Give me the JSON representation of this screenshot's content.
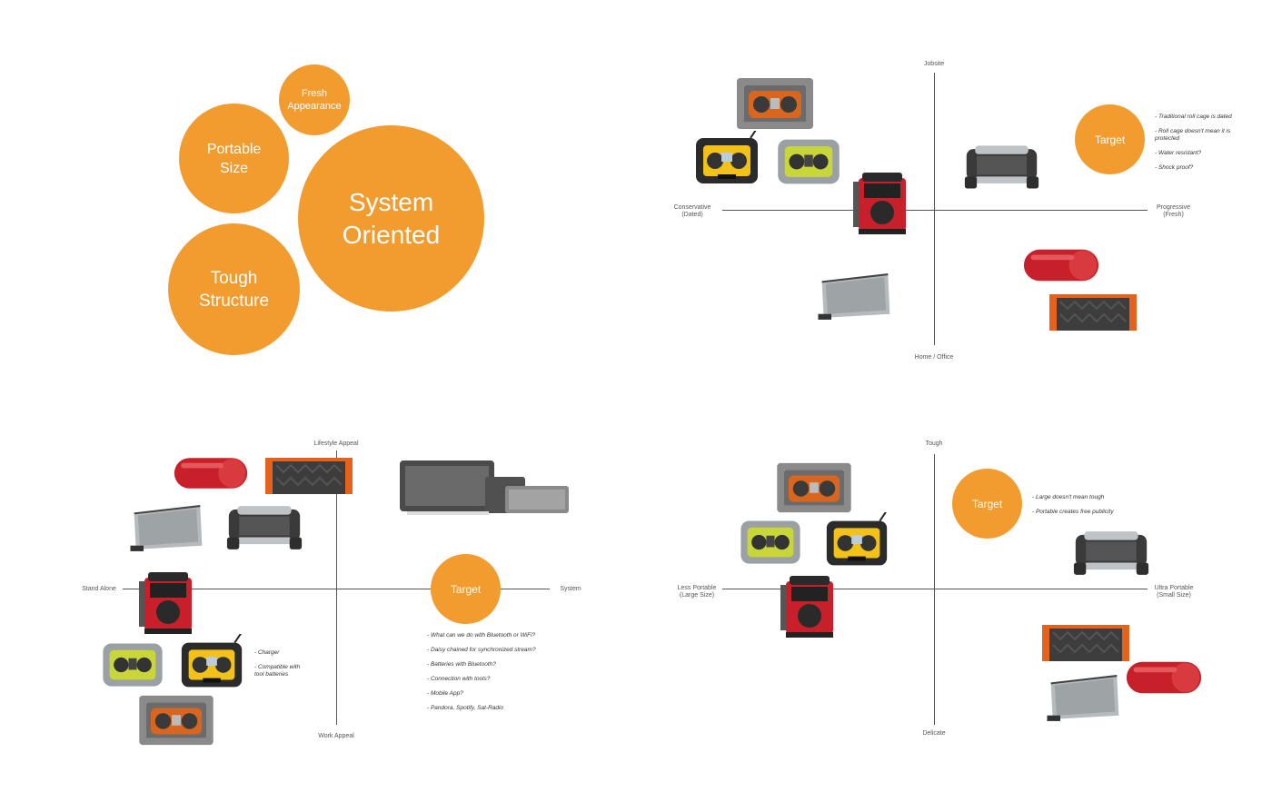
{
  "colors": {
    "accent": "#f29b2f",
    "axis": "#555555",
    "red": "#c8202a",
    "orange": "#e5621c",
    "yellow": "#f2c21a",
    "lime": "#c8d63a",
    "dark": "#3a3a3a",
    "gray": "#9aa0a3"
  },
  "bubbles": {
    "fresh": "Fresh\nAppearance",
    "portable": "Portable\nSize",
    "system": "System\nOriented",
    "tough": "Tough\nStructure"
  },
  "q1": {
    "top": "Jobsite",
    "bottom": "Home / Office",
    "left": "Conservative\n(Dated)",
    "right": "Progressive\n(Fresh)",
    "target": "Target",
    "notes": [
      "- Traditional roll cage is dated",
      "- Roll cage doesn't mean it is\nprotected",
      "- Water resistant?",
      "- Shock proof?"
    ]
  },
  "q2": {
    "top": "Lifestyle Appeal",
    "bottom": "Work Appeal",
    "left": "Stand Alone",
    "right": "System",
    "target": "Target",
    "notes": [
      "- What can we do with Bluetooth or WiFi?",
      "- Daisy chained for synchronized stream?",
      "- Batteries with Bluetooth?",
      "- Connection with tools?",
      "- Mobile App?",
      "- Pandora, Spotify, Sat-Radio"
    ],
    "notes2": [
      "- Charger",
      "- Compatible with\ntool batteries"
    ]
  },
  "q3": {
    "top": "Tough",
    "bottom": "Delicate",
    "left": "Less Portable\n(Large Size)",
    "right": "Ultra Portable\n(Small Size)",
    "target": "Target",
    "notes": [
      "- Large doesn't mean tough",
      "- Portable creates free publicity"
    ]
  },
  "icons": [
    "roll-cage-radio-icon",
    "dewalt-radio-icon",
    "ryobi-radio-icon",
    "milwaukee-radio-icon",
    "rugged-speaker-icon",
    "pill-speaker-icon",
    "jambox-speaker-icon",
    "soundlink-speaker-icon",
    "sonos-system-icon"
  ]
}
